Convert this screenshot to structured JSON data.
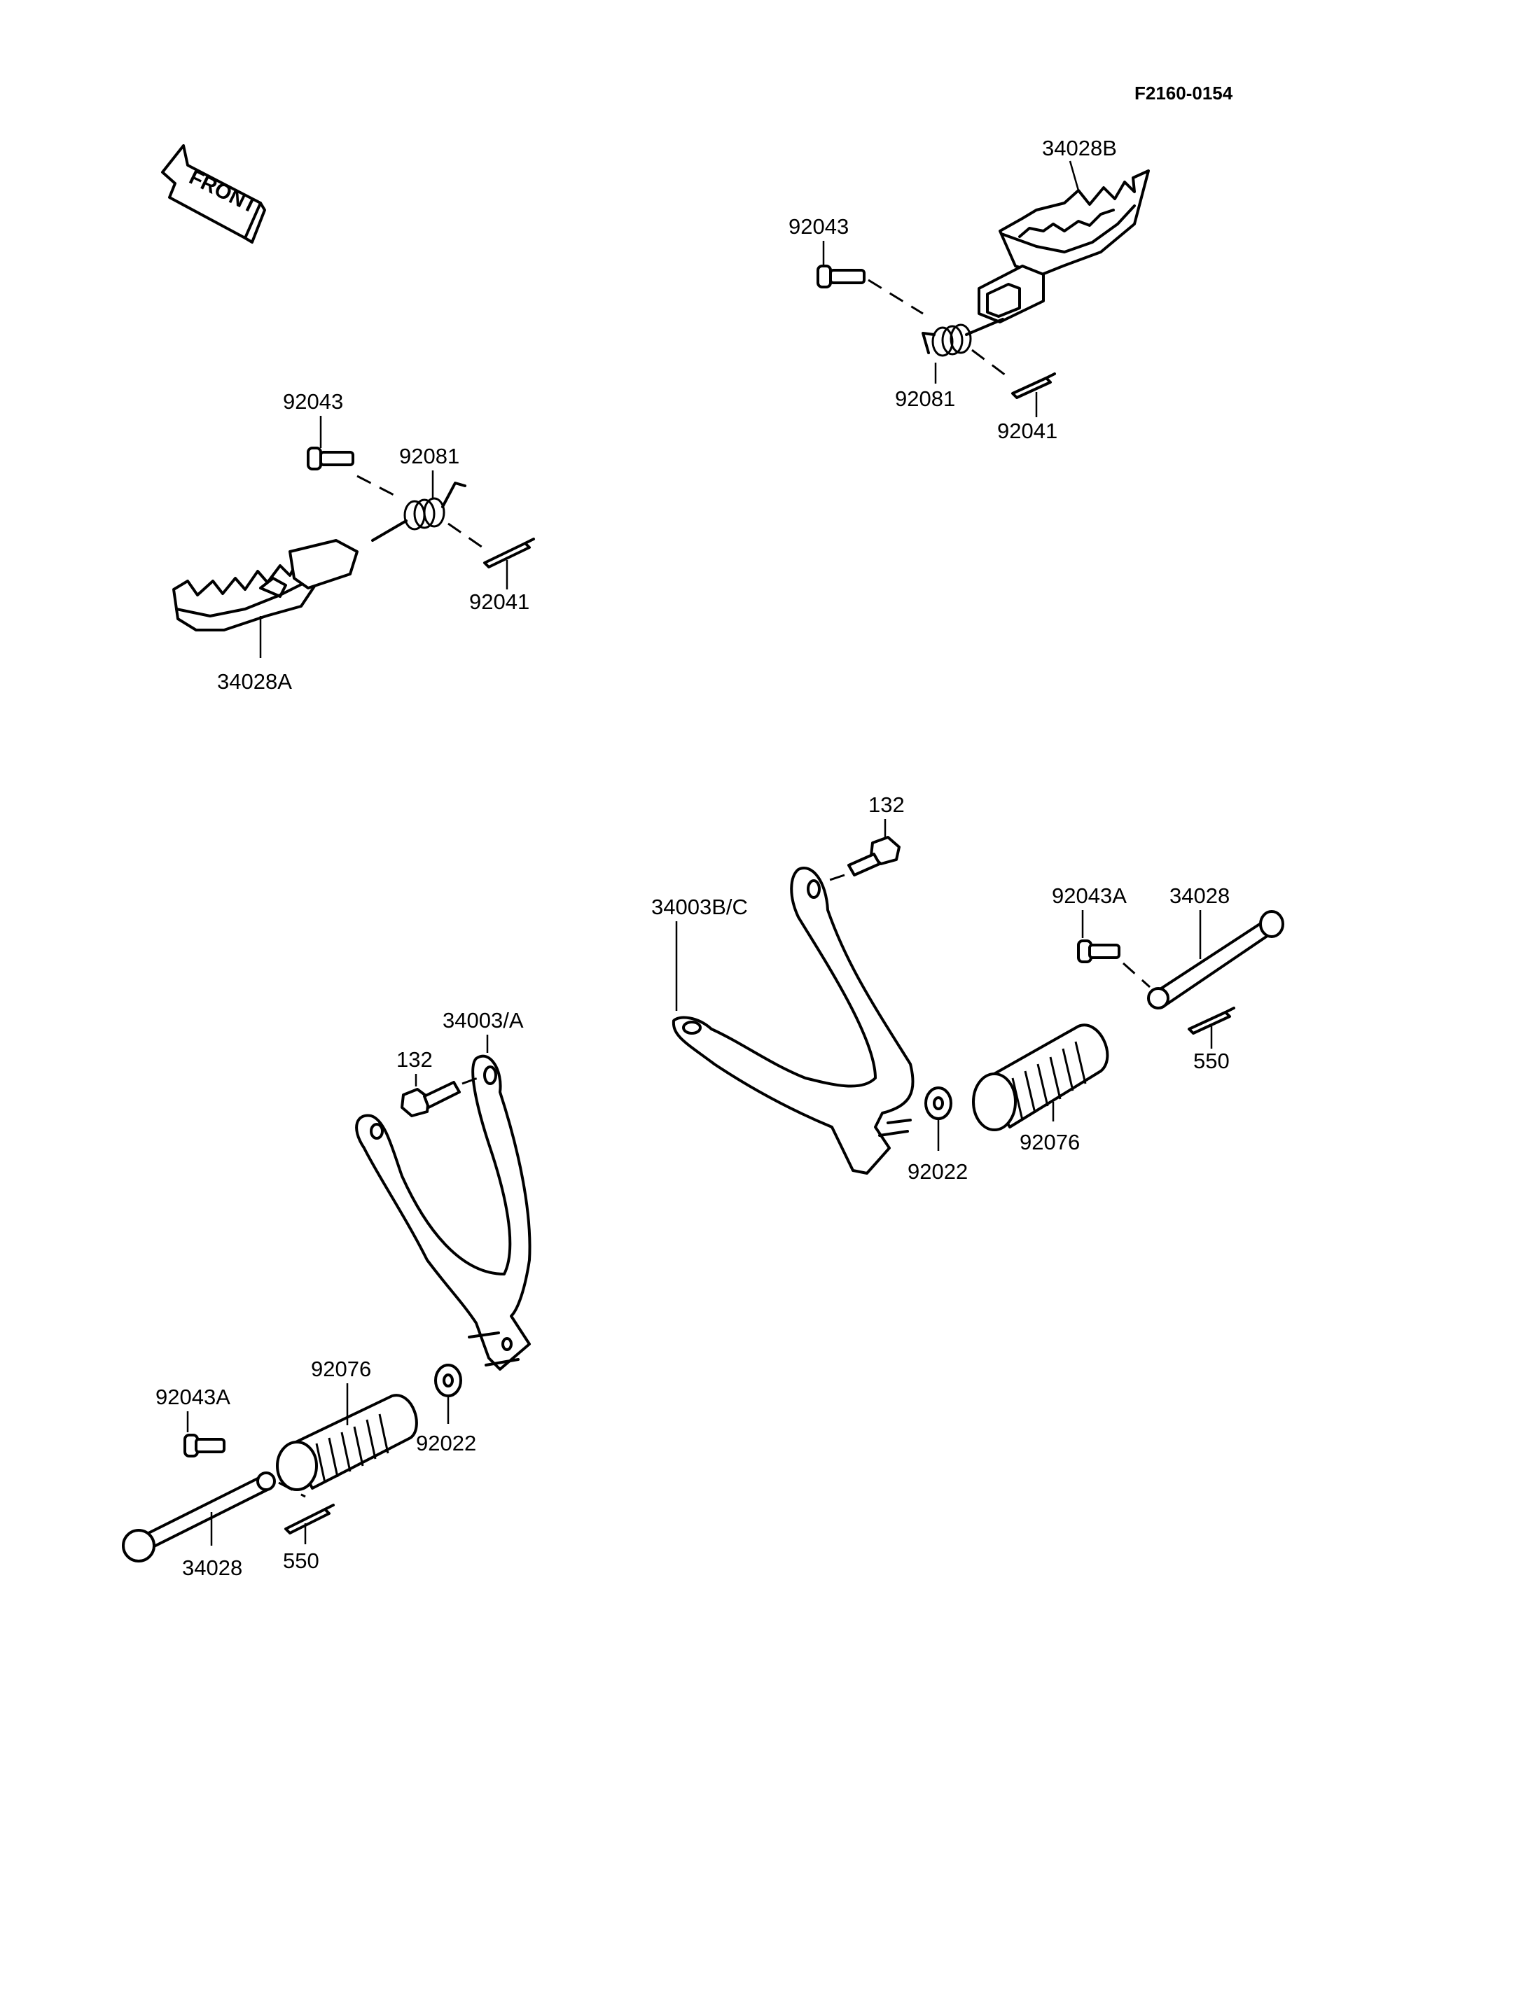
{
  "diagram_code": "F2160-0154",
  "front_arrow": {
    "label": "FRONT",
    "icon": "front-arrow-icon"
  },
  "labels": {
    "top_right": {
      "footpeg": "34028B",
      "bolt": "92043",
      "spring": "92081",
      "cotter_pin": "92041"
    },
    "top_left": {
      "bolt": "92043",
      "spring": "92081",
      "cotter_pin": "92041",
      "footpeg": "34028A"
    },
    "bottom_right": {
      "bolt": "132",
      "bracket": "34003B/C",
      "clevis_bolt": "92043A",
      "pin": "34028",
      "cotter_pin": "550",
      "rubber": "92076",
      "washer": "92022"
    },
    "bottom_left": {
      "bracket": "34003/A",
      "bolt": "132",
      "rubber": "92076",
      "washer": "92022",
      "clevis_bolt": "92043A",
      "pin": "34028",
      "cotter_pin": "550"
    }
  }
}
